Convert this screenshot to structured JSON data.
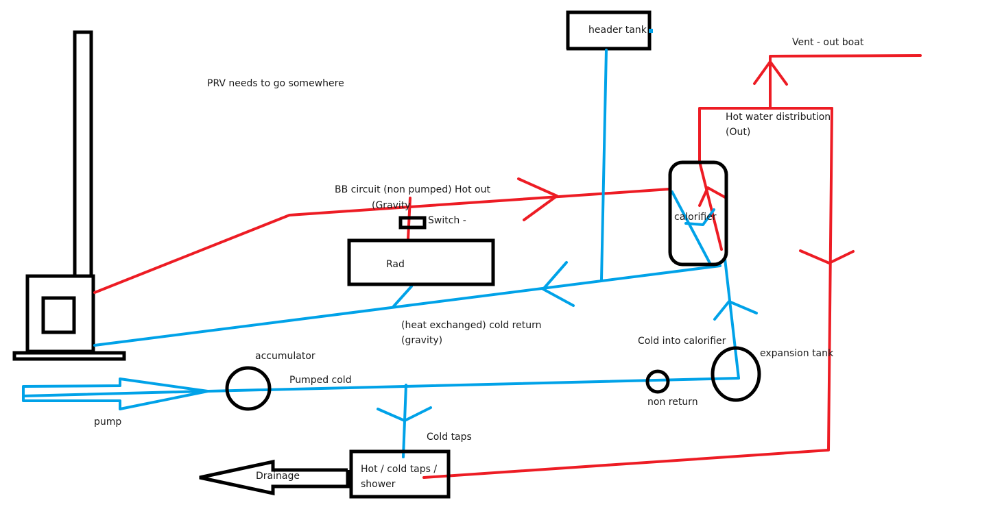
{
  "diagram": {
    "title": "Boat water heating / plumbing schematic",
    "colors": {
      "hot": "#ed1c24",
      "cold": "#00a2e8",
      "outline": "#000000",
      "background": "#ffffff"
    },
    "legend_semantics": {
      "hot": "red lines = hot water",
      "cold": "blue lines = cold water"
    },
    "labels": {
      "prv_note": "PRV needs to go somewhere",
      "header_tank": "header tank",
      "vent": "Vent - out boat",
      "hot_distribution_1": "Hot water distribution",
      "hot_distribution_2": "(Out)",
      "bb_circuit": "BB circuit (non pumped) Hot out",
      "gravity_hot": "(Gravity",
      "switch": "Switch -",
      "rad": "Rad",
      "calorifier": "calorifier",
      "cold_return_1": "(heat exchanged) cold return",
      "cold_return_2": "(gravity)",
      "cold_into_calorifier": "Cold into calorifier",
      "expansion_tank": "expansion tank",
      "accumulator": "accumulator",
      "pumped_cold": "Pumped cold",
      "non_return": "non return",
      "pump": "pump",
      "cold_taps": "Cold taps",
      "taps_1": "Hot / cold taps /",
      "taps_2": "shower",
      "drainage": "Drainage"
    },
    "components": [
      {
        "id": "stove",
        "name": "Stove with chimney",
        "type": "appliance"
      },
      {
        "id": "header-tank",
        "name": "header tank",
        "type": "tank"
      },
      {
        "id": "radiator",
        "name": "Rad",
        "type": "radiator"
      },
      {
        "id": "switch",
        "name": "Switch",
        "type": "valve"
      },
      {
        "id": "calorifier",
        "name": "calorifier",
        "type": "heat-exchanger"
      },
      {
        "id": "expansion-tank",
        "name": "expansion tank",
        "type": "tank"
      },
      {
        "id": "accumulator",
        "name": "accumulator",
        "type": "vessel"
      },
      {
        "id": "non-return",
        "name": "non return",
        "type": "valve"
      },
      {
        "id": "pump",
        "name": "pump",
        "type": "pump"
      },
      {
        "id": "taps",
        "name": "Hot / cold taps / shower",
        "type": "outlet"
      },
      {
        "id": "drainage",
        "name": "Drainage",
        "type": "outlet"
      }
    ],
    "flows": [
      {
        "from": "stove",
        "to": "calorifier",
        "medium": "hot",
        "label": "BB circuit (non pumped) Hot out (Gravity"
      },
      {
        "from": "calorifier",
        "to": "stove",
        "medium": "cold",
        "label": "(heat exchanged) cold return (gravity)"
      },
      {
        "from": "header-tank",
        "to": "calorifier return line",
        "medium": "cold"
      },
      {
        "from": "pump",
        "to": "expansion-tank",
        "medium": "cold",
        "label": "Pumped cold"
      },
      {
        "from": "expansion-tank",
        "to": "calorifier",
        "medium": "cold",
        "label": "Cold into calorifier"
      },
      {
        "from": "pumped cold line",
        "to": "taps",
        "medium": "cold",
        "label": "Cold taps"
      },
      {
        "from": "calorifier",
        "to": "vent",
        "medium": "hot",
        "label": "Vent - out boat"
      },
      {
        "from": "calorifier",
        "to": "taps",
        "medium": "hot",
        "label": "Hot water distribution (Out)"
      },
      {
        "from": "taps",
        "to": "drainage",
        "medium": "waste"
      }
    ]
  }
}
